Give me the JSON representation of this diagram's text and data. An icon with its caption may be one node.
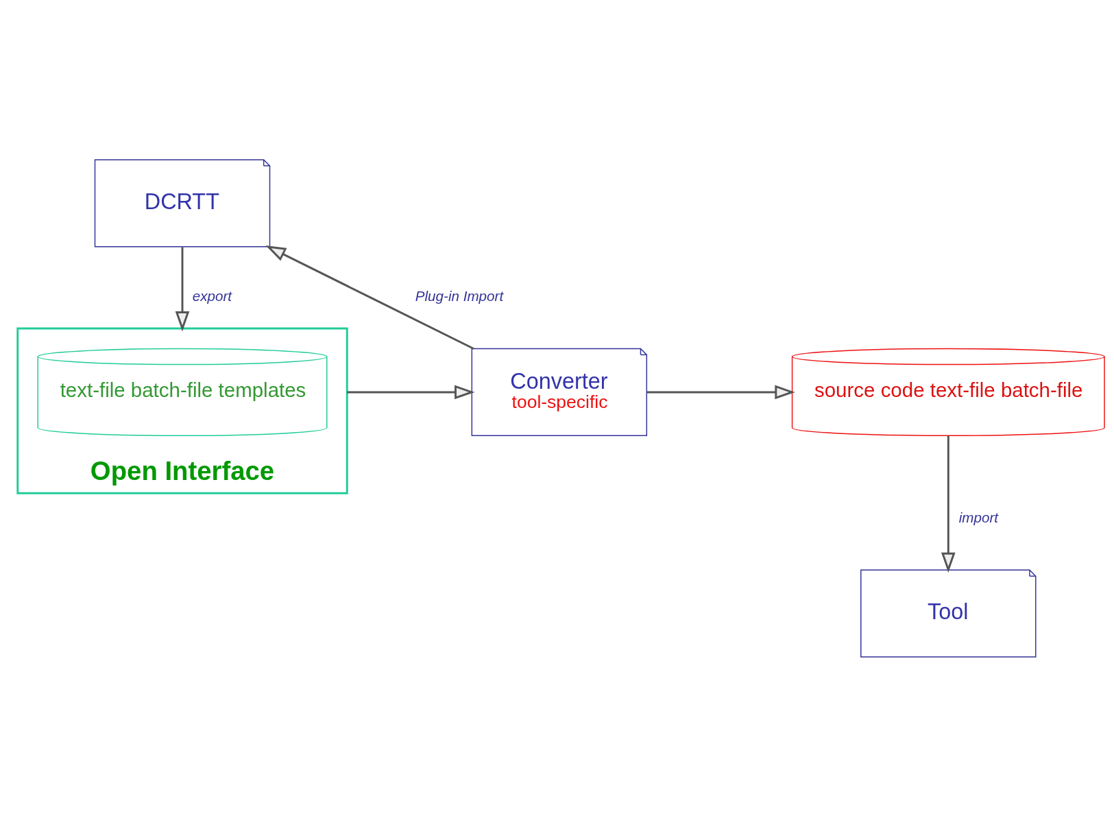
{
  "diagram": {
    "nodes": [
      {
        "text": [
          "DCRTT"
        ]
      },
      {
        "text": [
          "Open Interface"
        ]
      },
      {
        "text": [
          "text-file batch-file templates"
        ],
        "in": 1
      },
      {
        "text": [
          "Converter",
          "tool-specific"
        ]
      },
      {
        "text": [
          "source code text-file batch-file"
        ]
      },
      {
        "text": [
          "Tool"
        ]
      }
    ],
    "edges": [
      {
        "from": 0,
        "to": 1,
        "arrow": "to",
        "label": "export"
      },
      {
        "from": 1,
        "to": 3,
        "arrow": "to"
      },
      {
        "from": 3,
        "to": 4,
        "arrow": "to"
      },
      {
        "from": 3,
        "to": 0,
        "arrow": "to",
        "label": "Plug-in Import"
      },
      {
        "from": 4,
        "to": 5,
        "arrow": "to",
        "label": "import"
      }
    ]
  }
}
